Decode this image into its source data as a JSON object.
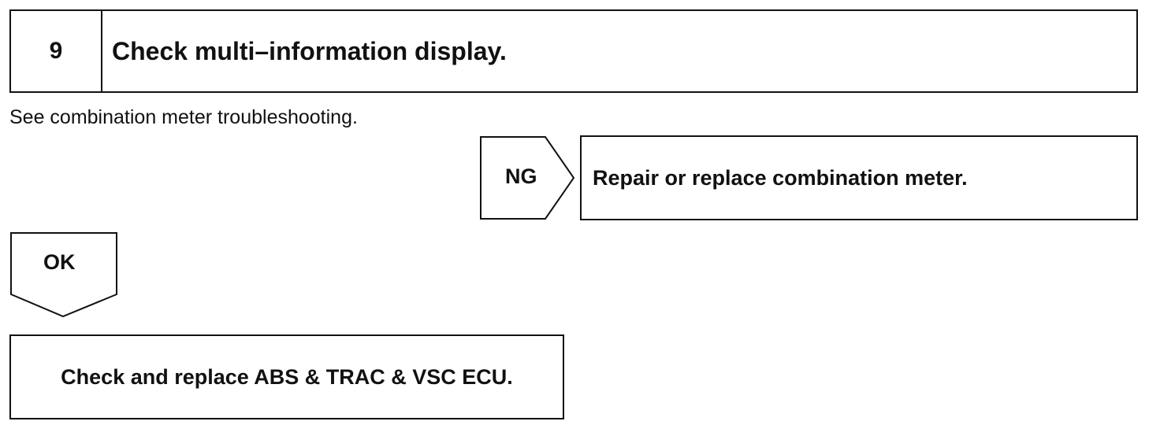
{
  "step": {
    "number": "9",
    "title": "Check multi–information display."
  },
  "instruction": "See combination meter troubleshooting.",
  "ng_branch": {
    "label": "NG",
    "result": "Repair or replace combination meter."
  },
  "ok_branch": {
    "label": "OK",
    "result": "Check and replace ABS & TRAC & VSC ECU."
  }
}
